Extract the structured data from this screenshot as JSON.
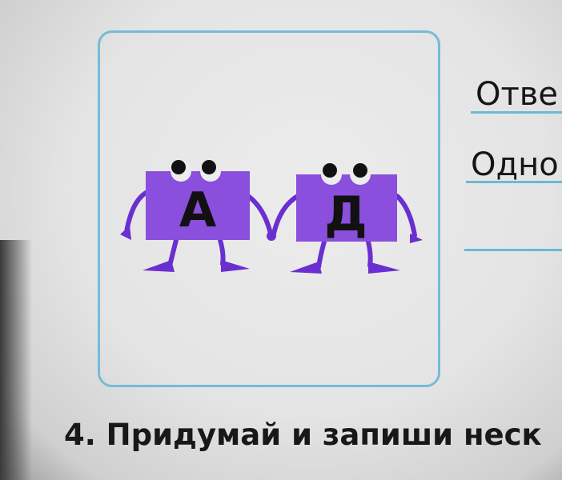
{
  "illustration": {
    "letters": [
      "А",
      "Д"
    ],
    "body_color": "#8a4fdc",
    "limb_color": "#6a2fd0",
    "frame_color": "#74bcd8"
  },
  "answers": [
    {
      "label": "Отве"
    },
    {
      "label": "Одно"
    },
    {
      "label": ""
    }
  ],
  "task": {
    "text": "4. Придумай и запиши неск"
  }
}
